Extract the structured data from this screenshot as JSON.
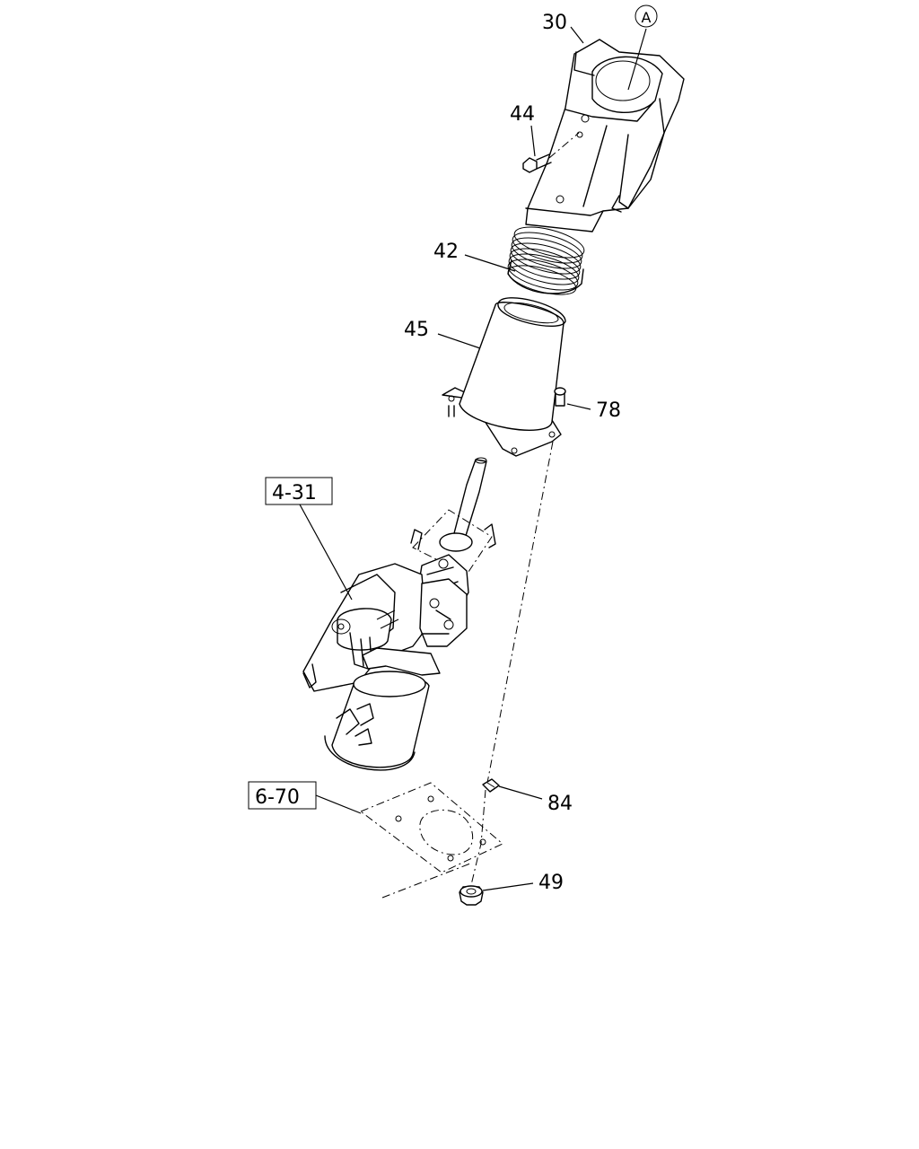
{
  "labels": {
    "p30": "30",
    "pA": "A",
    "p44": "44",
    "p42": "42",
    "p45": "45",
    "p78": "78",
    "ref431": "4-31",
    "ref670": "6-70",
    "p84": "84",
    "p49": "49"
  }
}
